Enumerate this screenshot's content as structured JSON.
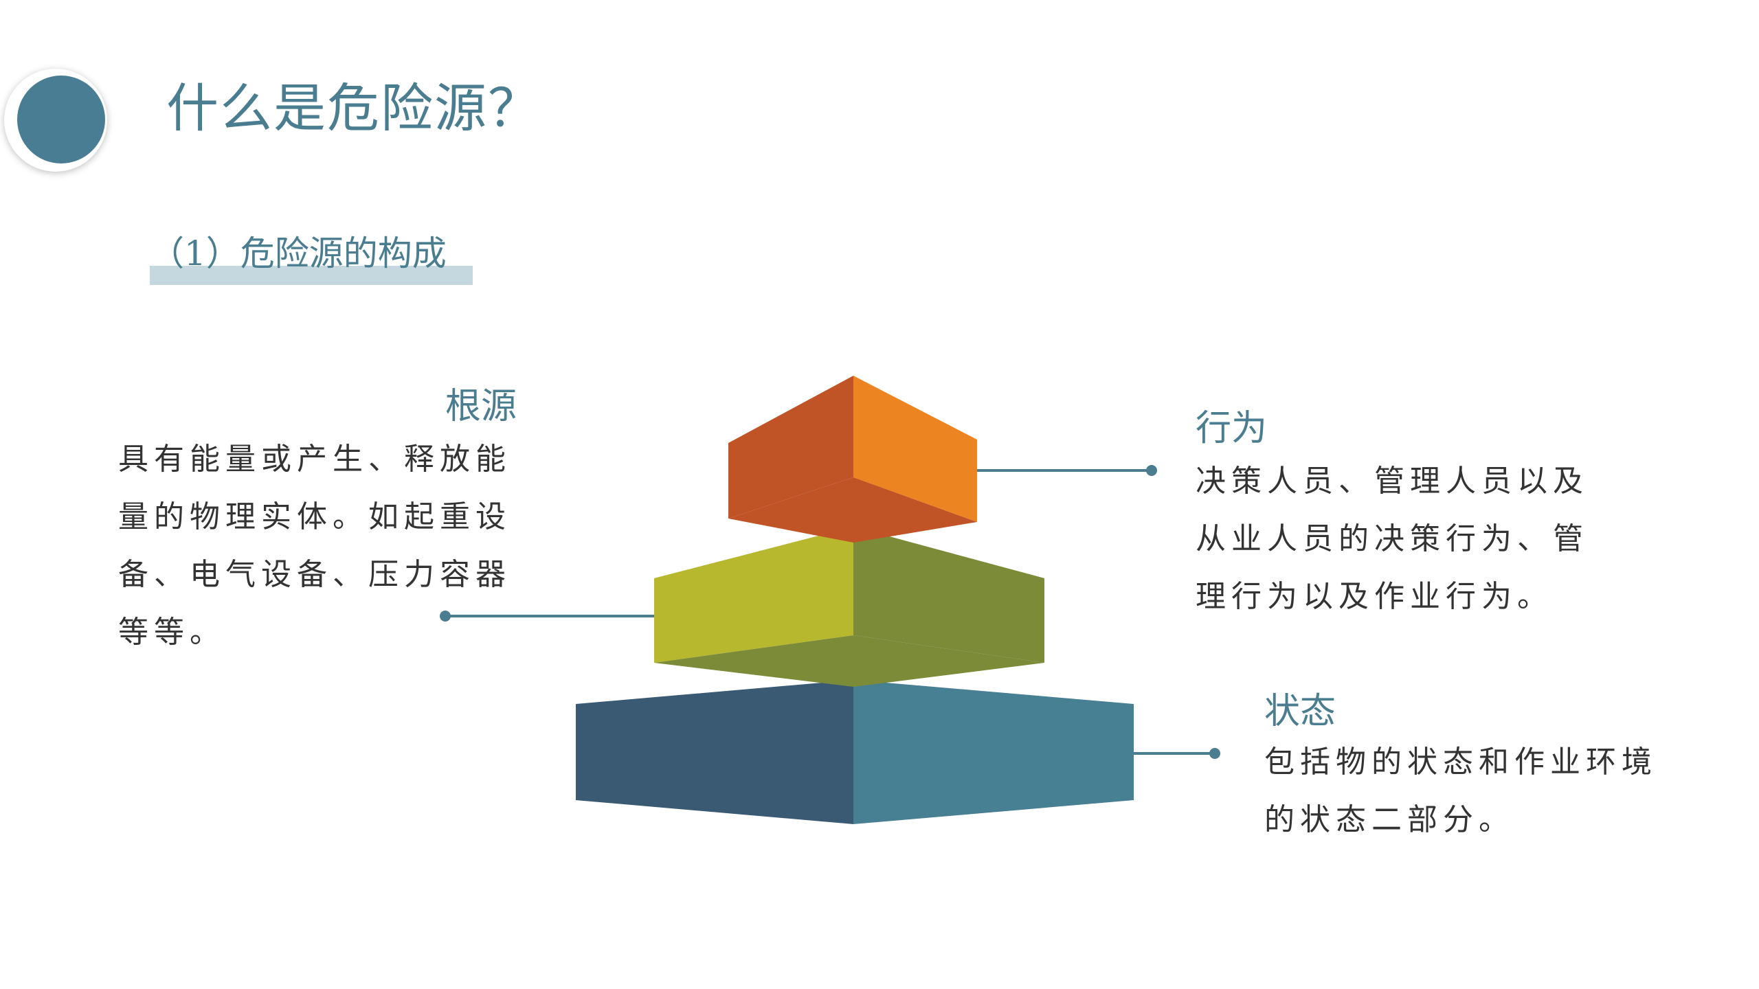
{
  "header": {
    "title": "什么是危险源？"
  },
  "subtitle": "（1）危险源的构成",
  "blocks": [
    {
      "heading": "根源",
      "text": "具有能量或产生、释放能\n量的物理实体。如起重设\n备、电气设备、压力容器\n等等。"
    },
    {
      "heading": "行为",
      "text": "决策人员、管理人员以及\n从业人员的决策行为、管\n理行为以及作业行为。"
    },
    {
      "heading": "状态",
      "text": "包括物的状态和作业环境\n的状态二部分。"
    }
  ],
  "colors": {
    "accent": "#487d94",
    "top_left": "#c05426",
    "top_right": "#ed8422",
    "mid_left": "#b8b82e",
    "mid_right": "#7b8b38",
    "bot_left": "#3a5a73",
    "bot_right": "#477f93",
    "connector": "#4a7d8f"
  }
}
